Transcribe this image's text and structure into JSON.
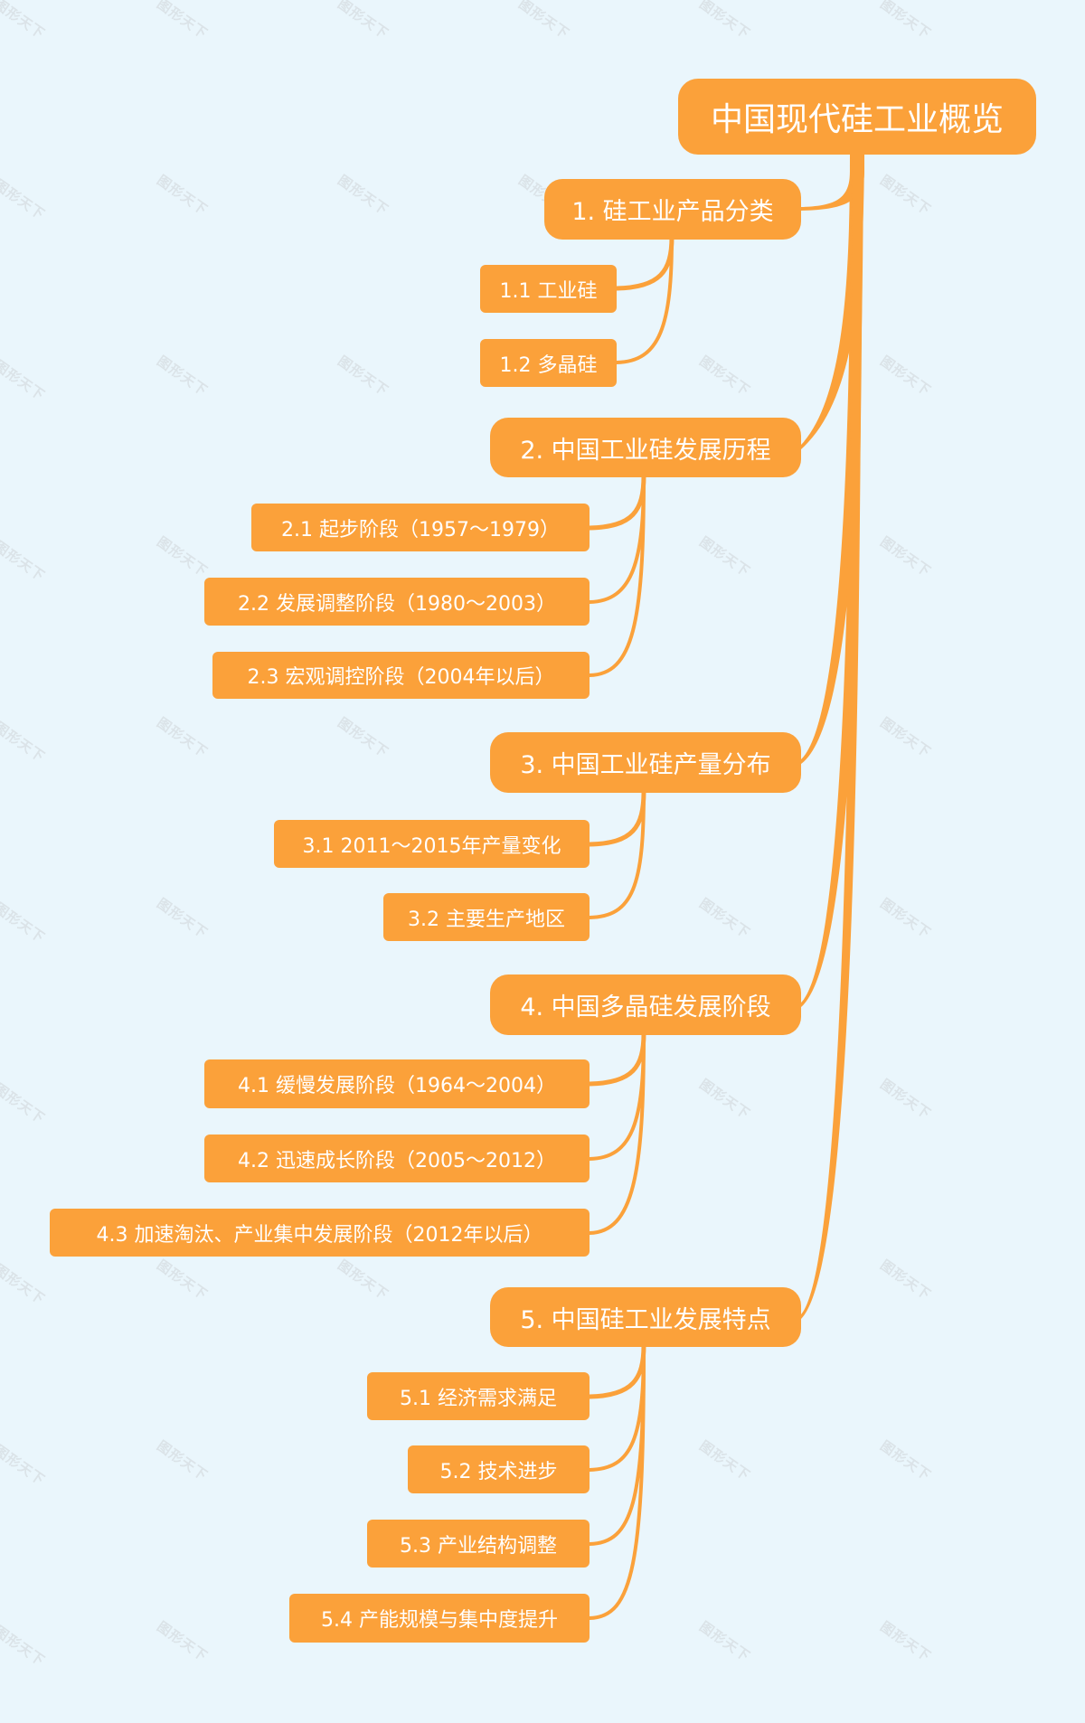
{
  "mindmap": {
    "root": {
      "label": "中国现代硅工业概览"
    },
    "branches": [
      {
        "label": "1. 硅工业产品分类",
        "children": [
          {
            "label": "1.1 工业硅"
          },
          {
            "label": "1.2 多晶硅"
          }
        ]
      },
      {
        "label": "2. 中国工业硅发展历程",
        "children": [
          {
            "label": "2.1 起步阶段（1957～1979）"
          },
          {
            "label": "2.2 发展调整阶段（1980～2003）"
          },
          {
            "label": "2.3 宏观调控阶段（2004年以后）"
          }
        ]
      },
      {
        "label": "3. 中国工业硅产量分布",
        "children": [
          {
            "label": "3.1 2011～2015年产量变化"
          },
          {
            "label": "3.2 主要生产地区"
          }
        ]
      },
      {
        "label": "4. 中国多晶硅发展阶段",
        "children": [
          {
            "label": "4.1 缓慢发展阶段（1964～2004）"
          },
          {
            "label": "4.2 迅速成长阶段（2005～2012）"
          },
          {
            "label": "4.3 加速淘汰、产业集中发展阶段（2012年以后）"
          }
        ]
      },
      {
        "label": "5. 中国硅工业发展特点",
        "children": [
          {
            "label": "5.1 经济需求满足"
          },
          {
            "label": "5.2 技术进步"
          },
          {
            "label": "5.3 产业结构调整"
          },
          {
            "label": "5.4 产能规模与集中度提升"
          }
        ]
      }
    ]
  },
  "watermark": {
    "text": "图形天下"
  },
  "colors": {
    "node": "#FBA13A",
    "link": "#FBA13A",
    "background": "#EAF6FC",
    "text": "#FFFFFF"
  }
}
